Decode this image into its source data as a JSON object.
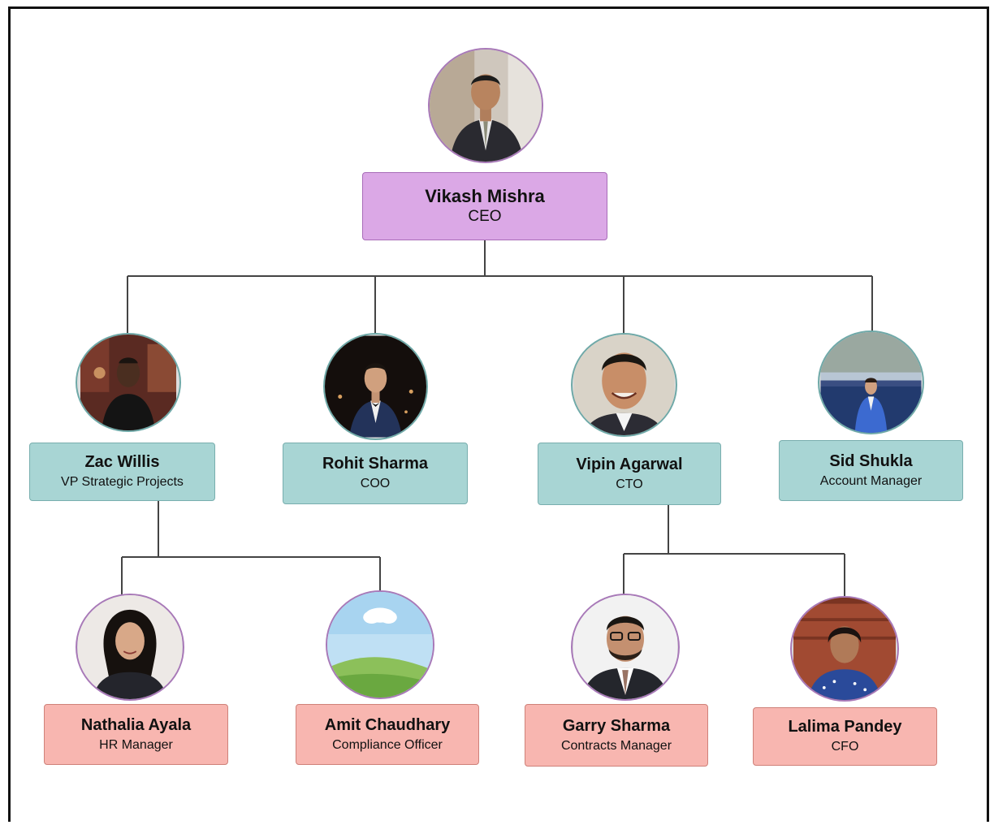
{
  "chart": {
    "root": {
      "name": "Vikash Mishra",
      "title": "CEO",
      "photo": "business-man-photo"
    },
    "level2": [
      {
        "name": "Zac Willis",
        "title": "VP Strategic Projects",
        "photo": "man-photo"
      },
      {
        "name": "Rohit Sharma",
        "title": "COO",
        "photo": "man-in-tuxedo-photo"
      },
      {
        "name": "Vipin Agarwal",
        "title": "CTO",
        "photo": "smiling-man-photo"
      },
      {
        "name": "Sid Shukla",
        "title": "Account Manager",
        "photo": "man-in-blue-suit-photo"
      }
    ],
    "level3": [
      {
        "name": "Nathalia Ayala",
        "title": "HR Manager",
        "manager": "Zac Willis",
        "photo": "woman-photo"
      },
      {
        "name": "Amit Chaudhary",
        "title": "Compliance Officer",
        "manager": "Zac Willis",
        "photo": "landscape-placeholder-photo"
      },
      {
        "name": "Garry Sharma",
        "title": "Contracts Manager",
        "manager": "Vipin Agarwal",
        "photo": "man-with-glasses-photo"
      },
      {
        "name": "Lalima Pandey",
        "title": "CFO",
        "manager": "Vipin Agarwal",
        "photo": "woman-photo"
      }
    ]
  },
  "colors": {
    "ceo_card": "#dba8e6",
    "level2_card": "#a8d5d4",
    "level3_card": "#f8b6b0",
    "connector": "#444444"
  }
}
